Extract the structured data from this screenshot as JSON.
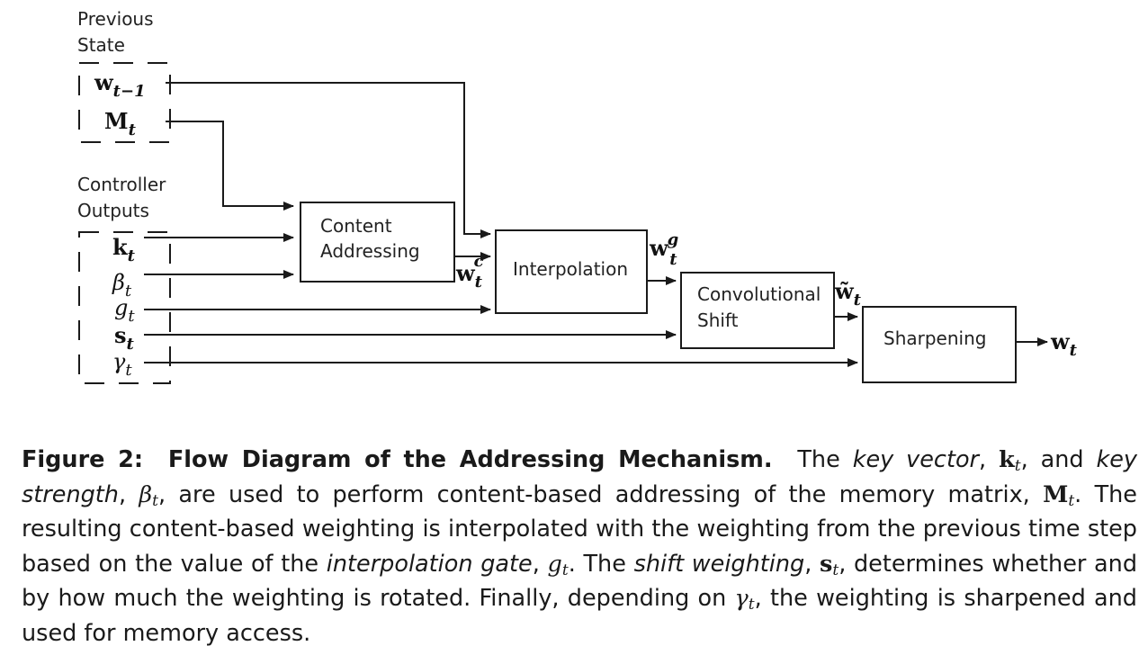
{
  "groups": {
    "previous_state": [
      "Previous",
      "State"
    ],
    "controller_outputs": [
      "Controller",
      "Outputs"
    ]
  },
  "symbols": {
    "w_prev": {
      "base": "w",
      "sub": "t−1"
    },
    "M": {
      "base": "M",
      "sub": "t"
    },
    "k": {
      "base": "k",
      "sub": "t"
    },
    "beta": {
      "base": "β",
      "sub": "t"
    },
    "g": {
      "base": "g",
      "sub": "t"
    },
    "s": {
      "base": "s",
      "sub": "t"
    },
    "gamma": {
      "base": "γ",
      "sub": "t"
    },
    "w_c": {
      "base": "w",
      "sub": "t",
      "sup": "c"
    },
    "w_g": {
      "base": "w",
      "sub": "t",
      "sup": "g"
    },
    "w_tilde": {
      "base": "w̃",
      "sub": "t"
    },
    "w_out": {
      "base": "w",
      "sub": "t"
    }
  },
  "boxes": {
    "content_addressing": [
      "Content",
      "Addressing"
    ],
    "interpolation": [
      "Interpolation"
    ],
    "convolutional_shift": [
      "Convolutional",
      "Shift"
    ],
    "sharpening": [
      "Sharpening"
    ]
  },
  "caption": {
    "label": "Figure 2:",
    "heading": "Flow Diagram of the Addressing Mechanism.",
    "t1": "The",
    "key_vector": "key vector",
    "t2": ", and",
    "key_strength": "key strength",
    "t3": ", are used to perform content-based addressing of the memory matrix,",
    "t4": ". The resulting content-based weighting is interpolated with the weighting from the previous time step based on the value of the",
    "interpolation_gate": "interpolation gate",
    "t5": ". The",
    "shift_weighting": "shift weighting",
    "t6": ", determines whether and by how much the weighting is rotated. Finally, depending on",
    "t7": ", the weighting is sharpened and used for memory access."
  }
}
